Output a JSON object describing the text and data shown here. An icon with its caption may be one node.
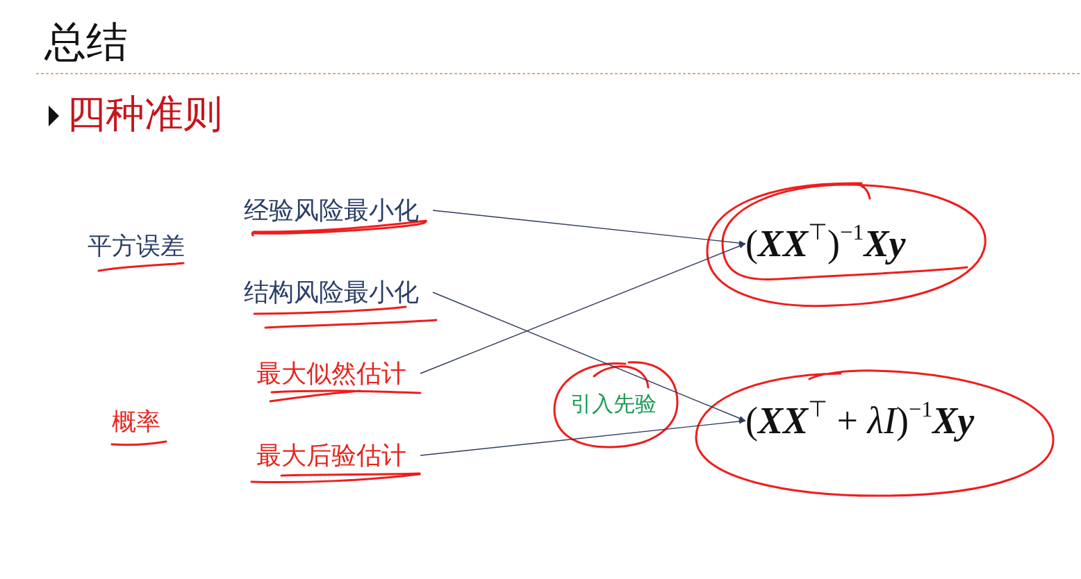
{
  "diagram": {
    "title": "总结",
    "nodes": [
      {
        "text": [
          "经验风险最小化"
        ]
      },
      {
        "text": [
          "结构风险最小化"
        ]
      },
      {
        "text": [
          "最大似然估计"
        ]
      },
      {
        "text": [
          "最大后验估计"
        ]
      },
      {
        "text": [
          "(**XX**$^{⊤}$)$^{−1}$**Xy**"
        ]
      },
      {
        "text": [
          "(**XX**$^{⊤}$ + *λI*)$^{−1}$**Xy**"
        ]
      }
    ],
    "edges": [
      {
        "from": 0,
        "to": 4,
        "arrow": "to"
      },
      {
        "from": 1,
        "to": 5,
        "arrow": "to"
      },
      {
        "from": 2,
        "to": 4,
        "arrow": "to"
      },
      {
        "from": 3,
        "to": 5,
        "arrow": "to"
      }
    ],
    "labels": [
      "四种准则",
      "平方误差",
      "概率",
      "引入先验"
    ]
  }
}
